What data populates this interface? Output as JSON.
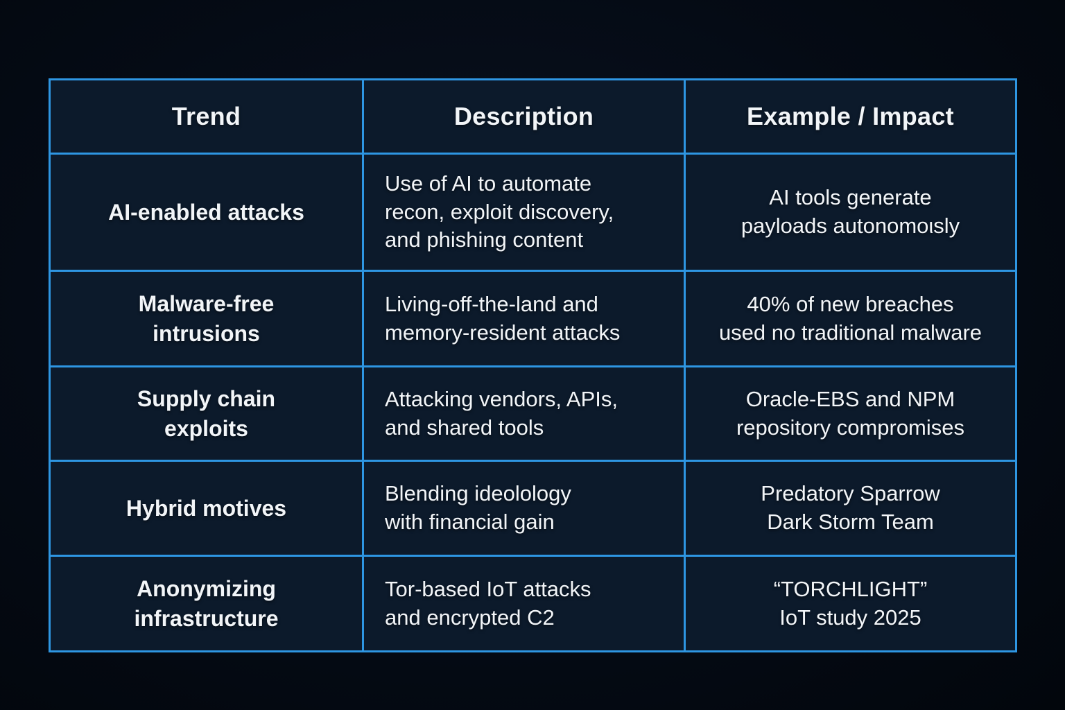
{
  "colors": {
    "border": "#2e96e2",
    "cell_background": "#0c1a2b",
    "page_background": "#04090f",
    "text": "#f2f5f8"
  },
  "table": {
    "columns": [
      "Trend",
      "Description",
      "Example / Impact"
    ],
    "rows": [
      {
        "trend": "AI-enabled attacks",
        "description": "Use of AI to automate\nrecon, exploit discovery,\nand phishing content",
        "example": "AI tools generate\npayloads autonomoιsly"
      },
      {
        "trend": "Malware-free\nintrusions",
        "description": "Living-off-the-land and\nmemory-resident attacks",
        "example": "40% of new breaches\nused no traditional malware"
      },
      {
        "trend": "Supply chain\nexploits",
        "description": "Attacking vendors, APIs,\nand shared tools",
        "example": "Oracle-EBS and NPM\nrepository compromises"
      },
      {
        "trend": "Hybrid motives",
        "description": "Blending ideolology\nwith financial gain",
        "example": "Predatory Sparrow\nDark Storm Team"
      },
      {
        "trend": "Anonymizing\ninfrastructure",
        "description": "Tor-based IoT attacks\nand encrypted C2",
        "example": "“TORCHLIGHT”\nIoT study 2025"
      }
    ]
  },
  "chart_data": {
    "type": "table",
    "title": "",
    "columns": [
      "Trend",
      "Description",
      "Example / Impact"
    ],
    "rows": [
      [
        "AI-enabled attacks",
        "Use of AI to automate recon, exploit discovery, and phishing content",
        "AI tools generate payloads autonomoιsly"
      ],
      [
        "Malware-free intrusions",
        "Living-off-the-land and memory-resident attacks",
        "40% of new breaches used no traditional malware"
      ],
      [
        "Supply chain exploits",
        "Attacking vendors, APIs, and shared tools",
        "Oracle-EBS and NPM repository compromises"
      ],
      [
        "Hybrid motives",
        "Blending ideolology with financial gain",
        "Predatory Sparrow Dark Storm Team"
      ],
      [
        "Anonymizing infrastructure",
        "Tor-based IoT attacks and encrypted C2",
        "“TORCHLIGHT” IoT study 2025"
      ]
    ]
  }
}
